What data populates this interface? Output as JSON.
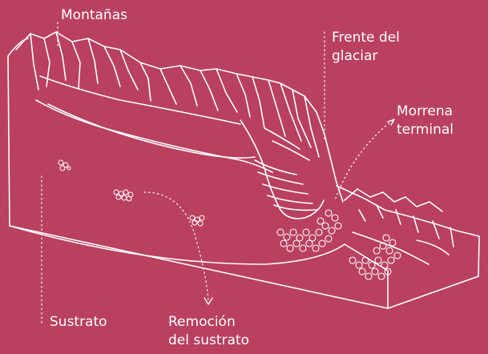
{
  "diagram": {
    "background_color": "#b9405f",
    "line_color": "#ffffff",
    "labels": {
      "mountains": "Montañas",
      "glacier_front": [
        "Frente del",
        "glaciar"
      ],
      "terminal_moraine": [
        "Morrena",
        "terminal"
      ],
      "substrate": "Sustrato",
      "substrate_removal": [
        "Remoción",
        "del sustrato"
      ]
    }
  }
}
